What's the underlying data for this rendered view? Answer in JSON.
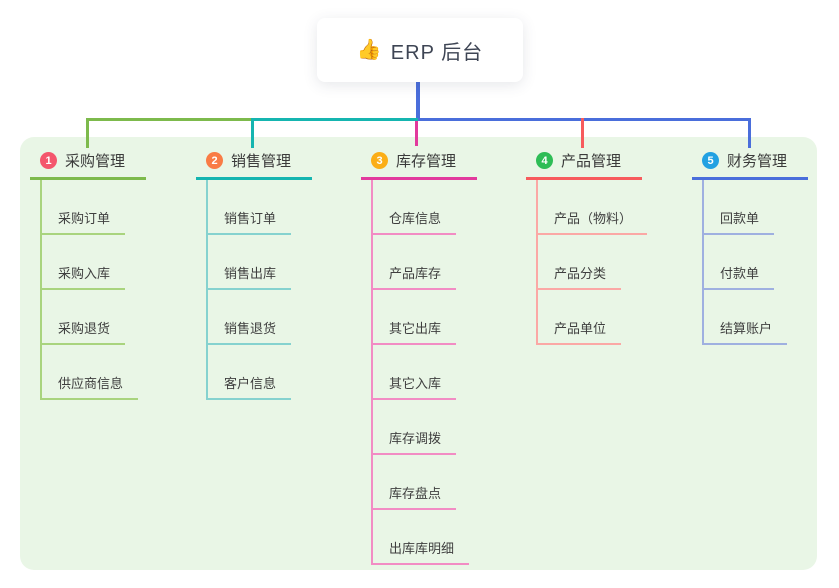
{
  "root": {
    "emoji": "👍",
    "label": "ERP 后台"
  },
  "panel": {
    "background": "#e9f6e6"
  },
  "branches": [
    {
      "index": "1",
      "title": "采购管理",
      "badge_color": "#f4566c",
      "line_color": "#7dba4c",
      "child_line_color": "#a9d47e",
      "children": [
        "采购订单",
        "采购入库",
        "采购退货",
        "供应商信息"
      ]
    },
    {
      "index": "2",
      "title": "销售管理",
      "badge_color": "#f97c45",
      "line_color": "#15b5b0",
      "child_line_color": "#85d2cf",
      "children": [
        "销售订单",
        "销售出库",
        "销售退货",
        "客户信息"
      ]
    },
    {
      "index": "3",
      "title": "库存管理",
      "badge_color": "#fbae17",
      "line_color": "#e23a9d",
      "child_line_color": "#f28cc4",
      "children": [
        "仓库信息",
        "产品库存",
        "其它出库",
        "其它入库",
        "库存调拨",
        "库存盘点",
        "出库库明细"
      ]
    },
    {
      "index": "4",
      "title": "产品管理",
      "badge_color": "#2ebd56",
      "line_color": "#f75b5d",
      "child_line_color": "#fba8a5",
      "children": [
        "产品（物料）",
        "产品分类",
        "产品单位"
      ]
    },
    {
      "index": "5",
      "title": "财务管理",
      "badge_color": "#22a1e2",
      "line_color": "#4a6edb",
      "child_line_color": "#9fb0e0",
      "children": [
        "回款单",
        "付款单",
        "结算账户"
      ]
    }
  ]
}
